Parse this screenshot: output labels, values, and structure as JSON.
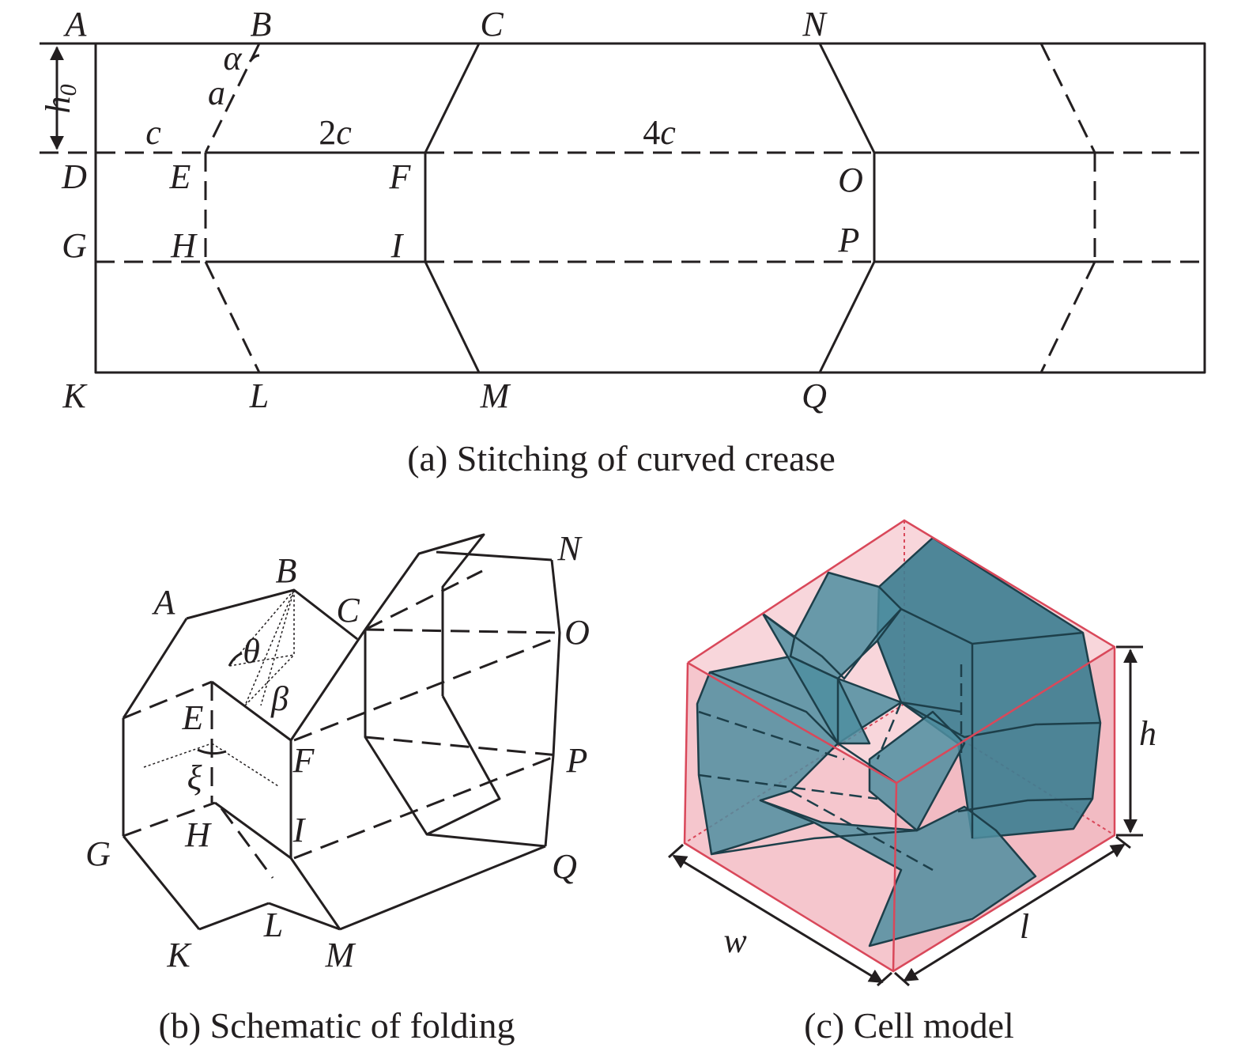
{
  "captions": {
    "a": "(a) Stitching of curved crease",
    "b": "(b) Schematic of folding",
    "c": "(c) Cell model"
  },
  "panel_a": {
    "points": {
      "A": "A",
      "B": "B",
      "C": "C",
      "N": "N",
      "D": "D",
      "E": "E",
      "F": "F",
      "O": "O",
      "G": "G",
      "H": "H",
      "I": "I",
      "P": "P",
      "K": "K",
      "L": "L",
      "M": "M",
      "Q": "Q"
    },
    "alpha": "α",
    "a": "a",
    "c": "c",
    "c2": "2c",
    "c4": "4c",
    "h0_main": "h",
    "h0_sub": "0"
  },
  "panel_b": {
    "points": {
      "A": "A",
      "B": "B",
      "C": "C",
      "N": "N",
      "O": "O",
      "E": "E",
      "F": "F",
      "P": "P",
      "G": "G",
      "H": "H",
      "I": "I",
      "Q": "Q",
      "K": "K",
      "L": "L",
      "M": "M"
    },
    "theta": "θ",
    "beta": "β",
    "xi": "ξ"
  },
  "panel_c": {
    "h": "h",
    "w": "w",
    "l": "l"
  },
  "colors": {
    "ink": "#231f20",
    "teal": "#4f8ea0",
    "box_fill": "#f2b8c0",
    "box_edge": "#d9485a"
  }
}
